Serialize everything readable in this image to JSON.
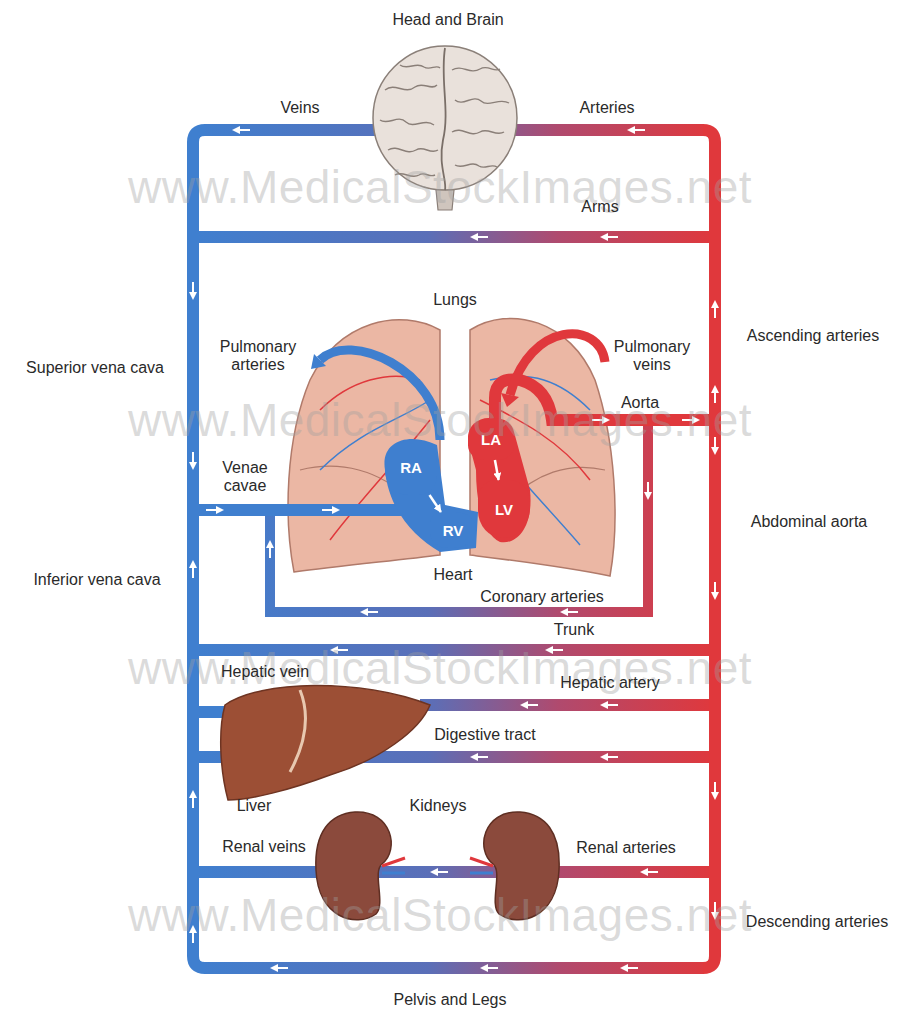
{
  "diagram": {
    "nodes": [
      {
        "text": [
          "RA"
        ]
      },
      {
        "text": [
          "LA"
        ]
      },
      {
        "text": [
          "RV"
        ]
      },
      {
        "text": [
          "LV"
        ]
      }
    ],
    "edges": [
      {
        "from": 0,
        "to": 2,
        "arrow": "to"
      },
      {
        "from": 1,
        "to": 3,
        "arrow": "to"
      }
    ],
    "labels": [
      "Head and Brain",
      "Veins",
      "Arteries",
      "www.MedicalStockImages.net",
      "Arms",
      "Lungs",
      "Pulmonary arteries",
      "Pulmonary veins",
      "Superior vena cava",
      "Ascending arteries",
      "Aorta",
      "www.MedicalStockImages.net",
      "Venae cavae",
      "Abdominal aorta",
      "Inferior vena cava",
      "Heart",
      "Coronary arteries",
      "Trunk",
      "www.MedicalStockImages.net",
      "Hepatic vein",
      "Hepatic artery",
      "Digestive tract",
      "Liver",
      "Kidneys",
      "Renal veins",
      "Renal arteries",
      "www.MedicalStockImages.net",
      "Descending arteries",
      "Pelvis and Legs"
    ]
  }
}
